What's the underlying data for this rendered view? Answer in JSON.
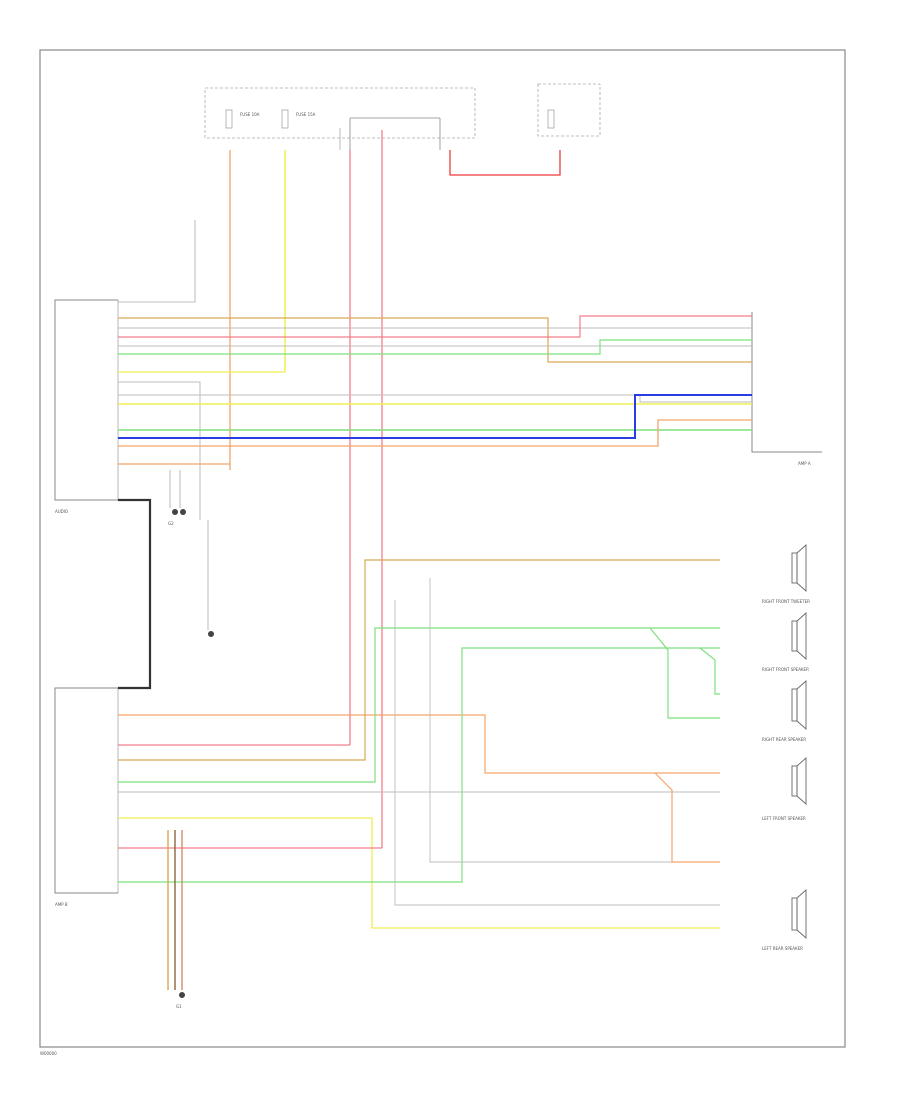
{
  "figure_id": "W00000",
  "modules": [
    {
      "id": "upper-module",
      "label": "AUDIO"
    },
    {
      "id": "lower-module",
      "label": "AMP B"
    }
  ],
  "connectors": [
    {
      "id": "right-connector-a",
      "label": "AMP A"
    }
  ],
  "speakers": [
    {
      "id": "right-front-tweeter",
      "label": "RIGHT FRONT TWEETER"
    },
    {
      "id": "right-front-speaker",
      "label": "RIGHT FRONT SPEAKER"
    },
    {
      "id": "right-rear-speaker",
      "label": "RIGHT REAR SPEAKER"
    },
    {
      "id": "left-front-speaker",
      "label": "LEFT FRONT SPEAKER"
    },
    {
      "id": "left-rear-speaker",
      "label": "LEFT REAR SPEAKER"
    }
  ],
  "grounds": [
    {
      "id": "ground-g1",
      "label": "G1"
    },
    {
      "id": "ground-g2",
      "label": "G2"
    }
  ],
  "fuses": [
    {
      "id": "fuse-1",
      "label": "FUSE 10A"
    },
    {
      "id": "fuse-2",
      "label": "FUSE 15A"
    }
  ],
  "wire_colors": {
    "orange": "#f5a46a",
    "yellow": "#f2ee54",
    "pink": "#f47e8a",
    "red": "#ee3b3b",
    "green": "#7ee07e",
    "blue": "#2a3ce6",
    "tan": "#d7a955",
    "gray": "#bdbdbd",
    "black": "#333333"
  }
}
